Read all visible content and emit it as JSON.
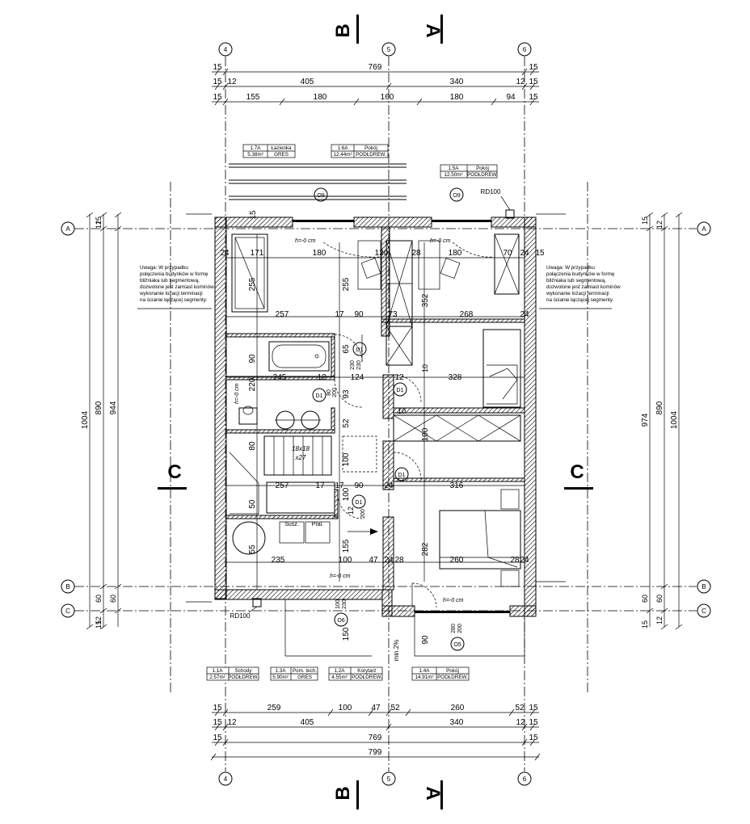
{
  "sections": {
    "top_left": "B",
    "top_right": "A",
    "bottom_left": "B",
    "bottom_right": "A",
    "left": "C",
    "right": "C"
  },
  "axes": {
    "columns": [
      "4",
      "5",
      "6",
      "4",
      "5",
      "6"
    ],
    "rows_left": [
      "A",
      "B",
      "C"
    ],
    "rows_right": [
      "A",
      "B",
      "C"
    ]
  },
  "top_dims": {
    "row1": [
      "15",
      "769",
      "15"
    ],
    "row2": [
      "15",
      "12",
      "405",
      "340",
      "12",
      "15"
    ],
    "row3": [
      "15",
      "155",
      "180",
      "160",
      "180",
      "94",
      "15"
    ]
  },
  "bottom_dims": {
    "row1": [
      "15",
      "259",
      "100",
      "47",
      "52",
      "260",
      "52",
      "15"
    ],
    "row2": [
      "15",
      "12",
      "405",
      "340",
      "12",
      "15"
    ],
    "row3": [
      "15",
      "769",
      "15"
    ],
    "row4": [
      "799"
    ]
  },
  "left_dims": [
    "1004",
    "890",
    "944",
    "12",
    "15",
    "12",
    "15",
    "60",
    "60"
  ],
  "right_dims": [
    "974",
    "890",
    "1004",
    "15",
    "12",
    "15",
    "12",
    "60",
    "60"
  ],
  "room_tags": [
    {
      "num": "1.7A",
      "name": "Łazienka",
      "area": "5.38m²",
      "floor": "GRES"
    },
    {
      "num": "1.6A",
      "name": "Pokój",
      "area": "12.44m²",
      "floor": "PODŁDREW."
    },
    {
      "num": "1.5A",
      "name": "Pokój",
      "area": "12.50m²",
      "floor": "PODŁDREW."
    },
    {
      "num": "1.1A",
      "name": "Schody",
      "area": "2.57m²",
      "floor": "PODŁDREW."
    },
    {
      "num": "1.3A",
      "name": "Pom. tech.",
      "area": "5.90m²",
      "floor": "GRES"
    },
    {
      "num": "1.2A",
      "name": "Korytarz",
      "area": "4.55m²",
      "floor": "PODŁDREW."
    },
    {
      "num": "1.4A",
      "name": "Pokój",
      "area": "14.91m²",
      "floor": "PODŁDREW."
    }
  ],
  "notes": {
    "left": [
      "Uwaga: W przypadku",
      "połączenia budynków w formę",
      "bliźniaka lub segmentową,",
      "dozwolone jest zamiast kominów",
      "wykonanie lożacji terminacji",
      "na ścianie łączącej segmenty."
    ],
    "right": [
      "Uwaga: W przypadku",
      "połączenia budynków w formę",
      "bliźniaka lub segmentową,",
      "dozwolone jest zamiast kominów",
      "wykonanie lożacji terminacji",
      "na ścianie łączącej segmenty."
    ]
  },
  "labels": {
    "rd_top": "RD100",
    "rd_bottom": "RD100",
    "o9": "O9",
    "o6": "O6",
    "o5": "O5",
    "d1": "D1",
    "h0": "h=-0 cm",
    "stairs": "18x18",
    "stairs2": "x27",
    "susz": "Susz.",
    "pral": "Pral.",
    "slope": "min.2%"
  },
  "inner_dims": [
    "15",
    "24",
    "171",
    "180",
    "130",
    "28",
    "180",
    "70",
    "24",
    "15",
    "255",
    "255",
    "352",
    "257",
    "17",
    "90",
    "73",
    "268",
    "24",
    "90",
    "245",
    "12",
    "124",
    "12",
    "328",
    "65",
    "230",
    "10",
    "230",
    "220",
    "93",
    "100",
    "52",
    "80",
    "200",
    "10",
    "100",
    "17",
    "90",
    "24",
    "316",
    "80",
    "50",
    "257",
    "17",
    "100",
    "12",
    "200",
    "155",
    "235",
    "100",
    "47",
    "24",
    "28",
    "260",
    "28",
    "24",
    "55",
    "282",
    "150",
    "90",
    "100",
    "230",
    "280",
    "200"
  ]
}
